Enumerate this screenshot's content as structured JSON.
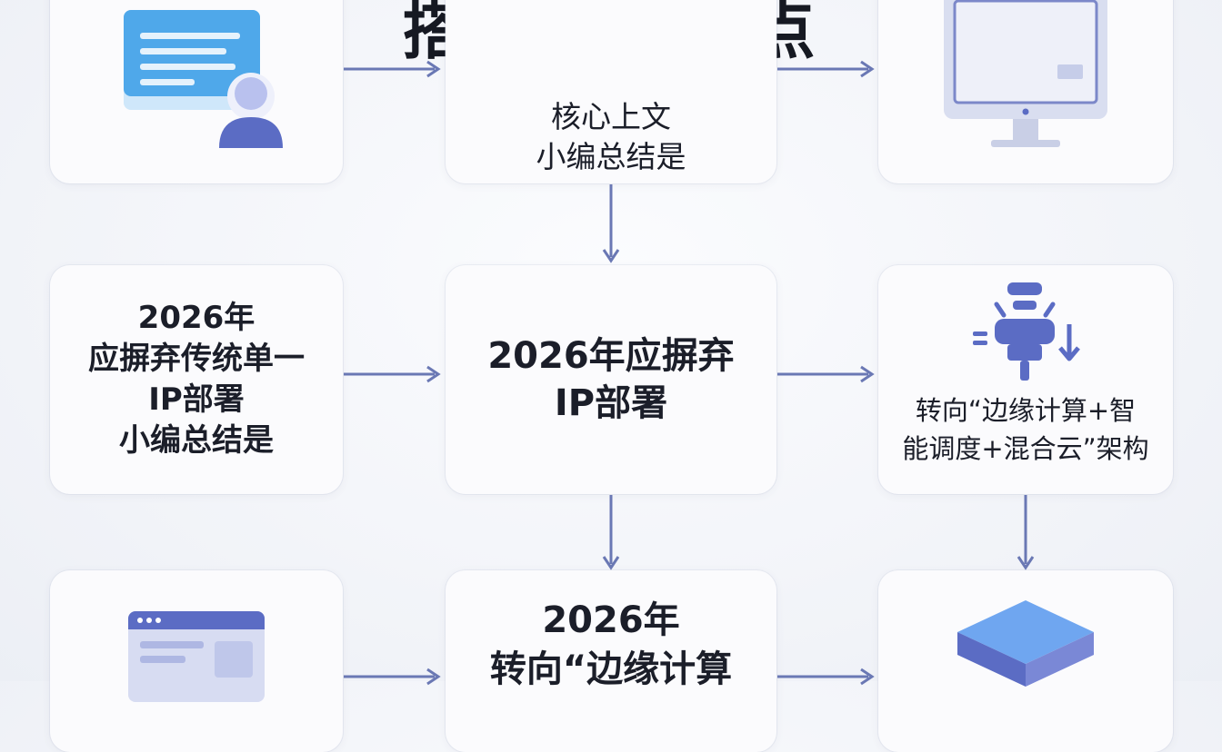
{
  "title": "搭建CDN节点",
  "nodes": {
    "top_center": "核心上文\n小编总结是",
    "mid_left": "2026年\n应摒弃传统单一\nIP部署\n小编总结是",
    "mid_center": "2026年应摒弃\nIP部署",
    "mid_right": "转向“边缘计算+智\n能调度+混合云”架构",
    "bottom_center": "2026年\n转向“边缘计算"
  },
  "colors": {
    "accent": "#5b6cc4",
    "arrow": "#6a78b4",
    "screen_blue": "#4fa8ea",
    "monitor_frame": "#d9def0"
  },
  "icons": {
    "top_left": "user-document-icon",
    "top_right": "monitor-icon",
    "mid_right": "robot-arm-icon",
    "bottom_left": "browser-window-icon",
    "bottom_right": "server-stack-icon"
  }
}
